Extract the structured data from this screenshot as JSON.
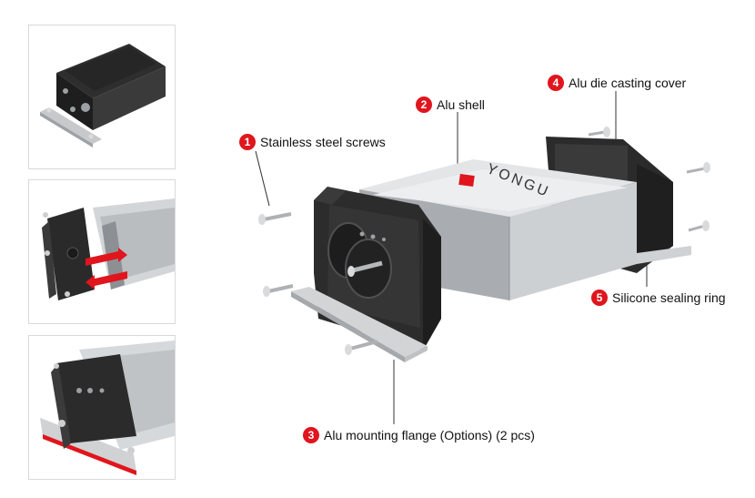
{
  "colors": {
    "accent": "#e0151d",
    "shell": "#c9cdd0",
    "cover": "#2b2b2b"
  },
  "brand_text": "YONGU",
  "callouts": [
    {
      "number": "1",
      "text": "Stainless steel screws"
    },
    {
      "number": "2",
      "text": "Alu shell"
    },
    {
      "number": "3",
      "text": "Alu mounting flange (Options) (2 pcs)"
    },
    {
      "number": "4",
      "text": "Alu die casting cover"
    },
    {
      "number": "5",
      "text": "Silicone sealing ring"
    }
  ]
}
